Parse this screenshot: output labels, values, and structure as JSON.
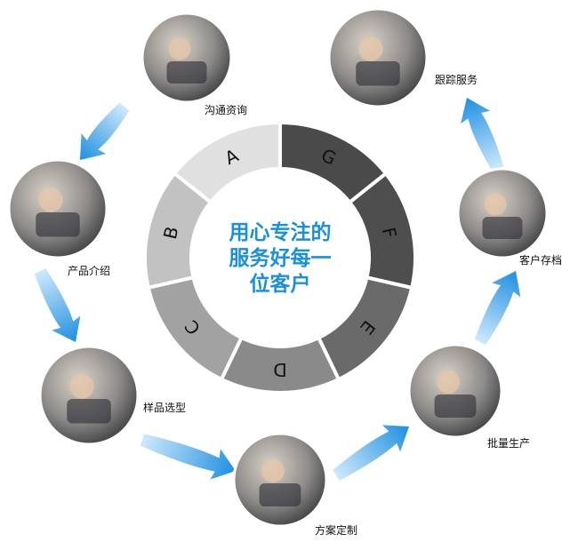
{
  "center_text": [
    "用心专注的",
    "服务好每一",
    "位客户"
  ],
  "ring": {
    "segments": [
      {
        "letter": "A",
        "color": "#e0e0e0"
      },
      {
        "letter": "B",
        "color": "#c2c2c2"
      },
      {
        "letter": "C",
        "color": "#a2a2a2"
      },
      {
        "letter": "D",
        "color": "#8a8a8a"
      },
      {
        "letter": "E",
        "color": "#6a6a6a"
      },
      {
        "letter": "F",
        "color": "#4e4e4e"
      },
      {
        "letter": "G",
        "color": "#4a4a4a"
      }
    ]
  },
  "steps": [
    {
      "label": "沟通资询",
      "icon": "customer-service-photo"
    },
    {
      "label": "产品介绍",
      "icon": "presentation-photo"
    },
    {
      "label": "样品选型",
      "icon": "sample-parts-photo"
    },
    {
      "label": "方案定制",
      "icon": "meeting-photo"
    },
    {
      "label": "批量生产",
      "icon": "factory-photo"
    },
    {
      "label": "客户存档",
      "icon": "office-photo"
    },
    {
      "label": "跟踪服务",
      "icon": "call-center-photo"
    }
  ],
  "accent": "#1a8fdc"
}
